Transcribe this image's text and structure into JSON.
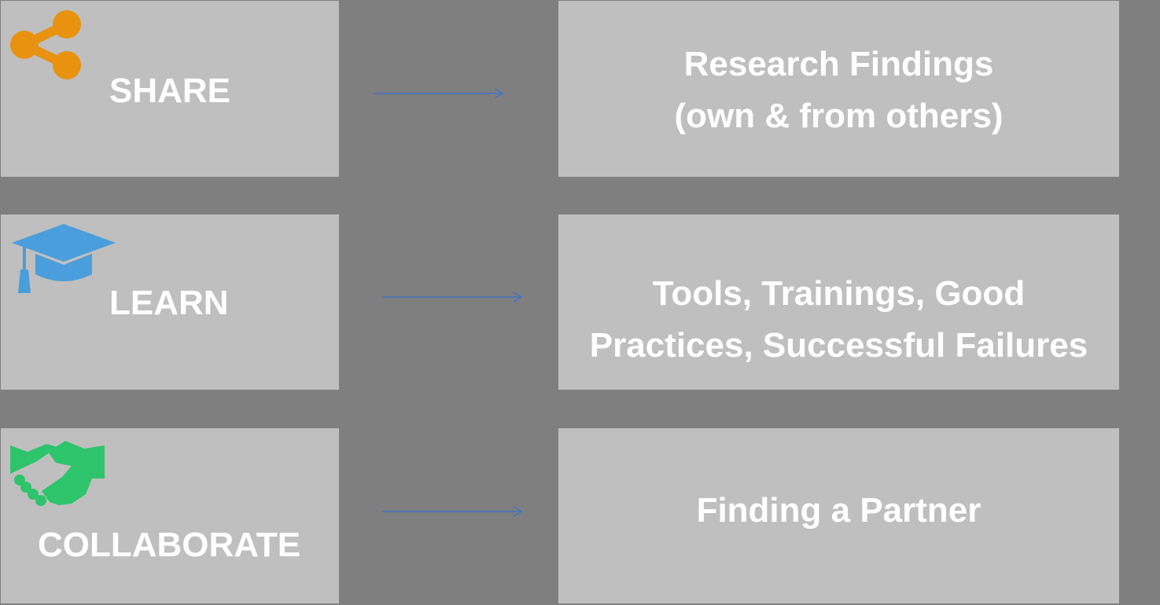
{
  "rows": [
    {
      "action": "SHARE",
      "icon": "share-icon",
      "icon_color": "#E8920F",
      "target": [
        "Research Findings",
        "(own & from others)"
      ]
    },
    {
      "action": "LEARN",
      "icon": "graduation-cap-icon",
      "icon_color": "#4A9EDB",
      "target": [
        "Tools, Trainings, Good",
        "Practices, Successful Failures"
      ]
    },
    {
      "action": "COLLABORATE",
      "icon": "handshake-icon",
      "icon_color": "#2EC46B",
      "target": [
        "Finding a Partner"
      ]
    }
  ],
  "colors": {
    "background": "#7f7f7f",
    "box": "#bfbfbf",
    "arrow": "#4472C4"
  }
}
